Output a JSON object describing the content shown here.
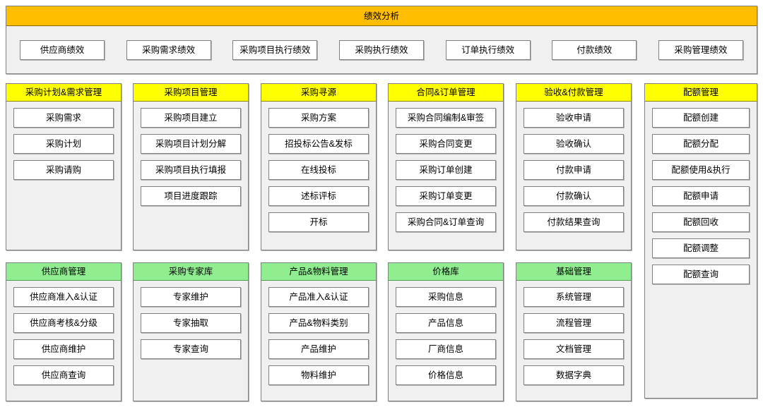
{
  "performance_panel": {
    "title": "绩效分析",
    "tabs": [
      {
        "label": "供应商绩效"
      },
      {
        "label": "采购需求绩效"
      },
      {
        "label": "采购项目执行绩效"
      },
      {
        "label": "采购执行绩效"
      },
      {
        "label": "订单执行绩效"
      },
      {
        "label": "付款绩效"
      },
      {
        "label": "采购管理绩效"
      }
    ]
  },
  "colors": {
    "header_orange": "#ffbf00",
    "header_yellow": "#ffff00",
    "header_green": "#90ee90",
    "card_background": "#f0f0f0",
    "button_background": "#ffffff",
    "border": "#808080"
  },
  "cards": [
    {
      "title": "采购计划&需求管理",
      "header_color": "yellow",
      "row": 1,
      "col": 1,
      "items": [
        {
          "label": "采购需求"
        },
        {
          "label": "采购计划"
        },
        {
          "label": "采购请购"
        }
      ]
    },
    {
      "title": "采购项目管理",
      "header_color": "yellow",
      "row": 1,
      "col": 2,
      "items": [
        {
          "label": "采购项目建立"
        },
        {
          "label": "采购项目计划分解"
        },
        {
          "label": "采购项目执行填报"
        },
        {
          "label": "项目进度跟踪"
        }
      ]
    },
    {
      "title": "采购寻源",
      "header_color": "yellow",
      "row": 1,
      "col": 3,
      "items": [
        {
          "label": "采购方案"
        },
        {
          "label": "招投标公告&发标"
        },
        {
          "label": "在线投标"
        },
        {
          "label": "述标评标"
        },
        {
          "label": "开标"
        }
      ]
    },
    {
      "title": "合同&订单管理",
      "header_color": "yellow",
      "row": 1,
      "col": 4,
      "items": [
        {
          "label": "采购合同编制&审签"
        },
        {
          "label": "采购合同变更"
        },
        {
          "label": "采购订单创建"
        },
        {
          "label": "采购订单变更"
        },
        {
          "label": "采购合同&订单查询"
        }
      ]
    },
    {
      "title": "验收&付款管理",
      "header_color": "yellow",
      "row": 1,
      "col": 5,
      "items": [
        {
          "label": "验收申请"
        },
        {
          "label": "验收确认"
        },
        {
          "label": "付款申请"
        },
        {
          "label": "付款确认"
        },
        {
          "label": "付款结果查询"
        }
      ]
    },
    {
      "title": "供应商管理",
      "header_color": "green",
      "row": 2,
      "col": 1,
      "items": [
        {
          "label": "供应商准入&认证"
        },
        {
          "label": "供应商考核&分级"
        },
        {
          "label": "供应商维护"
        },
        {
          "label": "供应商查询"
        }
      ]
    },
    {
      "title": "采购专家库",
      "header_color": "green",
      "row": 2,
      "col": 2,
      "items": [
        {
          "label": "专家维护"
        },
        {
          "label": "专家抽取"
        },
        {
          "label": "专家查询"
        }
      ]
    },
    {
      "title": "产品&物料管理",
      "header_color": "green",
      "row": 2,
      "col": 3,
      "items": [
        {
          "label": "产品准入&认证"
        },
        {
          "label": "产品&物料类别"
        },
        {
          "label": "产品维护"
        },
        {
          "label": "物料维护"
        }
      ]
    },
    {
      "title": "价格库",
      "header_color": "green",
      "row": 2,
      "col": 4,
      "items": [
        {
          "label": "采购信息"
        },
        {
          "label": "产品信息"
        },
        {
          "label": "厂商信息"
        },
        {
          "label": "价格信息"
        }
      ]
    },
    {
      "title": "基础管理",
      "header_color": "green",
      "row": 2,
      "col": 5,
      "items": [
        {
          "label": "系统管理"
        },
        {
          "label": "流程管理"
        },
        {
          "label": "文档管理"
        },
        {
          "label": "数据字典"
        }
      ]
    }
  ],
  "quota_card": {
    "title": "配额管理",
    "header_color": "yellow",
    "items": [
      {
        "label": "配额创建"
      },
      {
        "label": "配额分配"
      },
      {
        "label": "配额使用&执行"
      },
      {
        "label": "配额申请"
      },
      {
        "label": "配额回收"
      },
      {
        "label": "配额调整"
      },
      {
        "label": "配额查询"
      }
    ]
  }
}
